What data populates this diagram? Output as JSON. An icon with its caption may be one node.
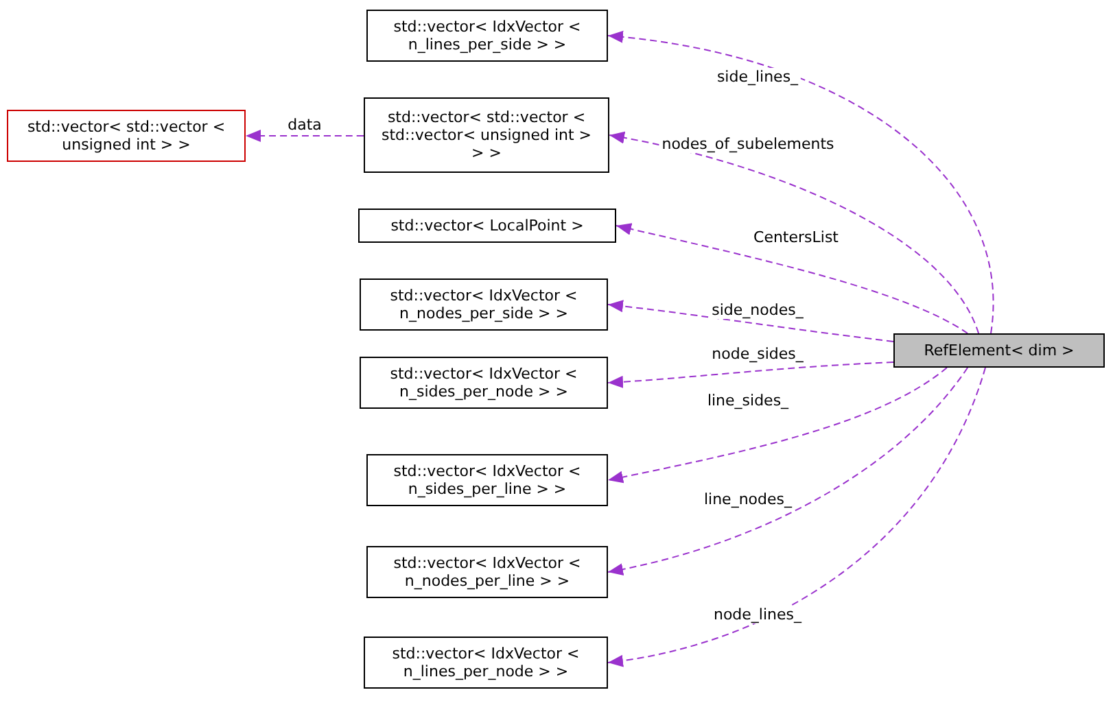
{
  "diagram": {
    "nodes": [
      {
        "text": [
          "std::vector< IdxVector < n_lines_per_side > >"
        ]
      },
      {
        "text": [
          "std::vector< std::vector < unsigned int > >"
        ]
      },
      {
        "text": [
          "std::vector< std::vector < std::vector< unsigned int > > >"
        ]
      },
      {
        "text": [
          "std::vector< LocalPoint >"
        ]
      },
      {
        "text": [
          "std::vector< IdxVector < n_nodes_per_side > >"
        ]
      },
      {
        "text": [
          "std::vector< IdxVector < n_sides_per_node > >"
        ]
      },
      {
        "text": [
          "std::vector< IdxVector < n_sides_per_line > >"
        ]
      },
      {
        "text": [
          "std::vector< IdxVector < n_nodes_per_line > >"
        ]
      },
      {
        "text": [
          "std::vector< IdxVector < n_lines_per_node > >"
        ]
      },
      {
        "text": [
          "RefElement< dim >"
        ]
      }
    ],
    "edges": [
      {
        "from": 9,
        "to": 0,
        "arrow": "to",
        "label": "side_lines_",
        "style": "dashed"
      },
      {
        "from": 9,
        "to": 2,
        "arrow": "to",
        "label": "nodes_of_subelements",
        "style": "dashed"
      },
      {
        "from": 2,
        "to": 1,
        "arrow": "to",
        "label": "data",
        "style": "dashed"
      },
      {
        "from": 9,
        "to": 3,
        "arrow": "to",
        "label": "CentersList",
        "style": "dashed"
      },
      {
        "from": 9,
        "to": 4,
        "arrow": "to",
        "label": "side_nodes_",
        "style": "dashed"
      },
      {
        "from": 9,
        "to": 5,
        "arrow": "to",
        "label": "node_sides_",
        "style": "dashed"
      },
      {
        "from": 9,
        "to": 6,
        "arrow": "to",
        "label": "line_sides_",
        "style": "dashed"
      },
      {
        "from": 9,
        "to": 7,
        "arrow": "to",
        "label": "line_nodes_",
        "style": "dashed"
      },
      {
        "from": 9,
        "to": 8,
        "arrow": "to",
        "label": "node_lines_",
        "style": "dashed"
      }
    ]
  }
}
